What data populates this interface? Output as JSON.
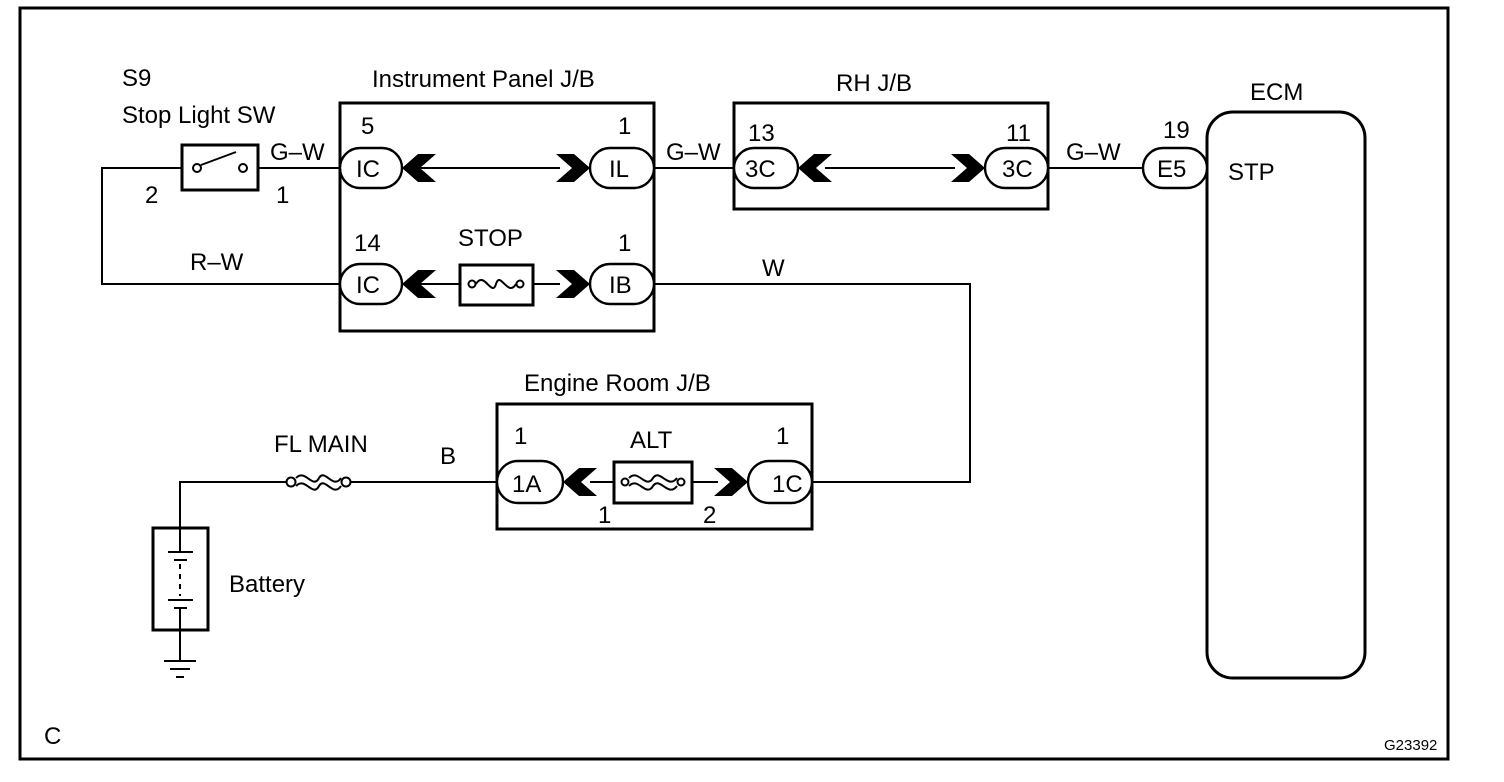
{
  "switch": {
    "code": "S9",
    "name": "Stop Light SW",
    "pin_in": "2",
    "pin_out": "1"
  },
  "junction_boxes": {
    "instrument_panel": {
      "title": "Instrument Panel J/B",
      "pin_top_left": "5",
      "conn_top_left": "IC",
      "pin_top_right": "1",
      "conn_top_right": "IL",
      "pin_bottom_left": "14",
      "conn_bottom_left": "IC",
      "fuse": "STOP",
      "pin_bottom_right": "1",
      "conn_bottom_right": "IB"
    },
    "rh": {
      "title": "RH J/B",
      "pin_left": "13",
      "conn_left": "3C",
      "pin_right": "11",
      "conn_right": "3C"
    },
    "engine_room": {
      "title": "Engine Room J/B",
      "pin_left": "1",
      "conn_left": "1A",
      "fuse": "ALT",
      "fuse_pin_left": "1",
      "fuse_pin_right": "2",
      "pin_right": "1",
      "conn_right": "1C"
    }
  },
  "ecm": {
    "title": "ECM",
    "pin": "19",
    "connector": "E5",
    "terminal": "STP"
  },
  "wires": {
    "sw_to_ip": "G–W",
    "ip_to_rh": "G–W",
    "rh_to_ecm": "G–W",
    "sw_return": "R–W",
    "ip_to_er": "W",
    "batt_to_er": "B"
  },
  "fusible_link": "FL MAIN",
  "battery": "Battery",
  "corner_letter": "C",
  "figure_code": "G23392"
}
